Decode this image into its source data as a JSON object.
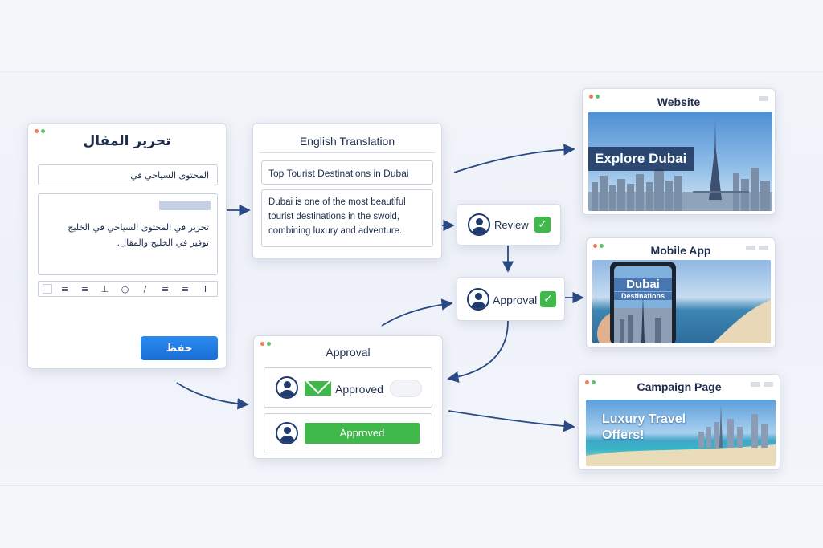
{
  "editor": {
    "title": "تحرير المقال",
    "title_input": "المحتوى السياحي في",
    "body_lines": [
      "تحرير في المحتوى السياحي في الخليج",
      "توفير في الخليج والمقال."
    ],
    "toolbar_icons": [
      "square-icon",
      "align-left-icon",
      "align-center-icon",
      "underline-icon",
      "circle-icon",
      "italic-icon",
      "list-icon",
      "align-right-icon",
      "text-cursor-icon"
    ],
    "toolbar_glyphs": [
      "≡",
      "≡",
      "⊥",
      "○",
      "/",
      "≡",
      "≡",
      "I"
    ],
    "save_label": "حفظ"
  },
  "translation": {
    "title": "English Translation",
    "headline": "Top Tourist Destinations in Dubai",
    "body": "Dubai is one of the most beautiful tourist destinations in the swold, combining luxury and adventure."
  },
  "review": {
    "label": "Review"
  },
  "approval_step": {
    "label": "Approval"
  },
  "approval_panel": {
    "title": "Approval",
    "row1_label": "Approved",
    "row2_button": "Approved"
  },
  "website": {
    "title": "Website",
    "overlay": "Explore Dubai"
  },
  "mobile": {
    "title": "Mobile App",
    "screen_title": "Dubai",
    "screen_subtitle": "Destinations"
  },
  "campaign": {
    "title": "Campaign Page",
    "headline_line1": "Luxury Travel",
    "headline_line2": "Offers!"
  },
  "colors": {
    "accent_blue": "#1a6fd6",
    "success_green": "#3fb94a",
    "connector": "#2a4a86",
    "ink": "#1f2d4d"
  }
}
